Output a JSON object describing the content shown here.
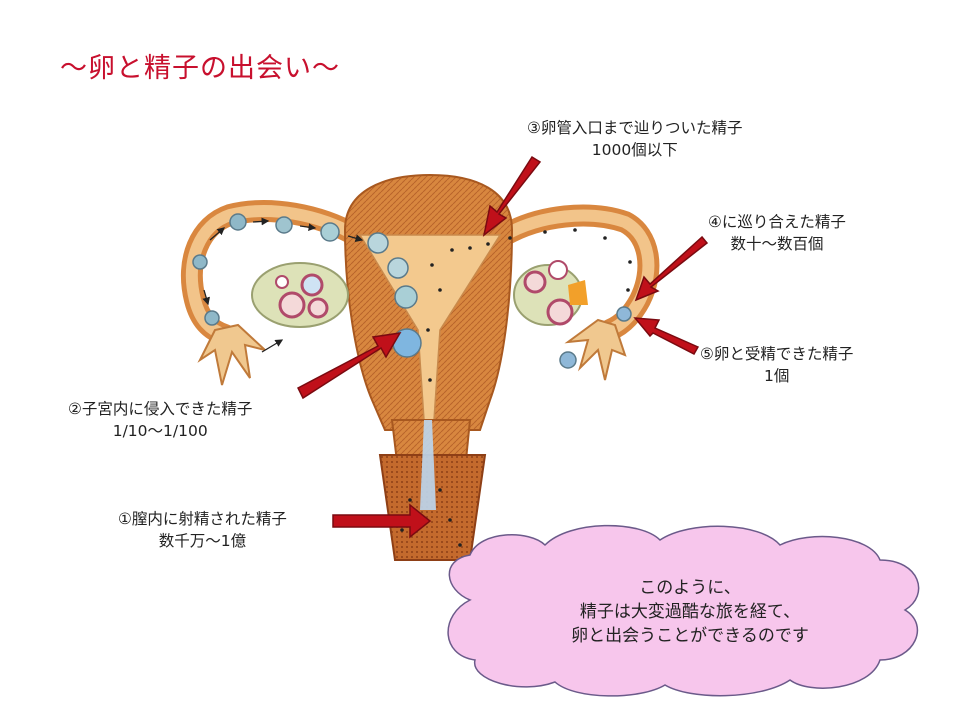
{
  "title": "～卵と精子の出会い～",
  "labels": {
    "l1": {
      "line1": "①膣内に射精された精子",
      "line2": "数千万～1億"
    },
    "l2": {
      "line1": "②子宮内に侵入できた精子",
      "line2": "1/10～1/100"
    },
    "l3": {
      "line1": "③卵管入口まで辿りついた精子",
      "line2": "1000個以下"
    },
    "l4": {
      "line1": "④に巡り合えた精子",
      "line2": "数十～数百個"
    },
    "l5": {
      "line1": "⑤卵と受精できた精子",
      "line2": "1個"
    }
  },
  "cloud": {
    "line1": "このように、",
    "line2": "精子は大変過酷な旅を経て、",
    "line3": "卵と出会うことができるのです"
  },
  "colors": {
    "title": "#c8102e",
    "arrow": "#c0101a",
    "uterus": "#d98a45",
    "uterus_inner": "#f3c98e",
    "cloud_fill": "#f7c6ec",
    "cloud_stroke": "#6b5a8a"
  }
}
